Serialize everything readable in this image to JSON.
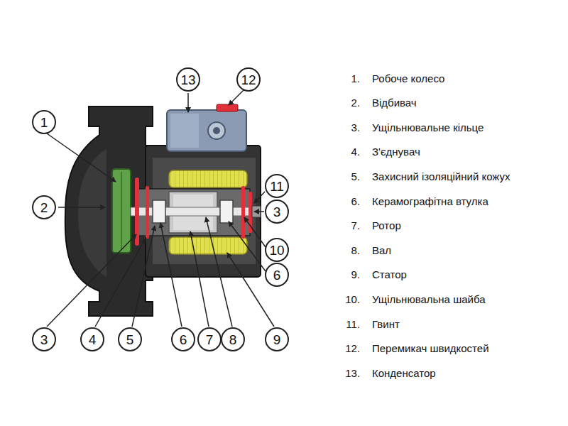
{
  "diagram": {
    "nodes": [
      {
        "text": [
          "13"
        ]
      },
      {
        "text": [
          "12"
        ]
      },
      {
        "text": [
          "1"
        ]
      },
      {
        "text": [
          "11"
        ]
      },
      {
        "text": [
          "2"
        ]
      },
      {
        "text": [
          "3"
        ]
      },
      {
        "text": [
          "10"
        ]
      },
      {
        "text": [
          "6"
        ]
      },
      {
        "text": [
          "3"
        ]
      },
      {
        "text": [
          "4"
        ]
      },
      {
        "text": [
          "5"
        ]
      },
      {
        "text": [
          "6"
        ]
      },
      {
        "text": [
          "7"
        ]
      },
      {
        "text": [
          "8"
        ]
      },
      {
        "text": [
          "9"
        ]
      }
    ],
    "labels": [
      "1.",
      "Робоче колесо",
      "2.",
      "Відбивач",
      "3.",
      "Ущільнювальне кільце",
      "4.",
      "З'єднувач",
      "5.",
      "Захисний ізоляційний кожух",
      "6.",
      "Керамографітна втулка",
      "7.",
      "Ротор",
      "8.",
      "Вал",
      "9.",
      "Статор",
      "10.",
      "Ущільнювальна шайба",
      "11.",
      "Гвинт",
      "12.",
      "Перемикач швидкостей",
      "13.",
      "Конденсатор"
    ]
  }
}
